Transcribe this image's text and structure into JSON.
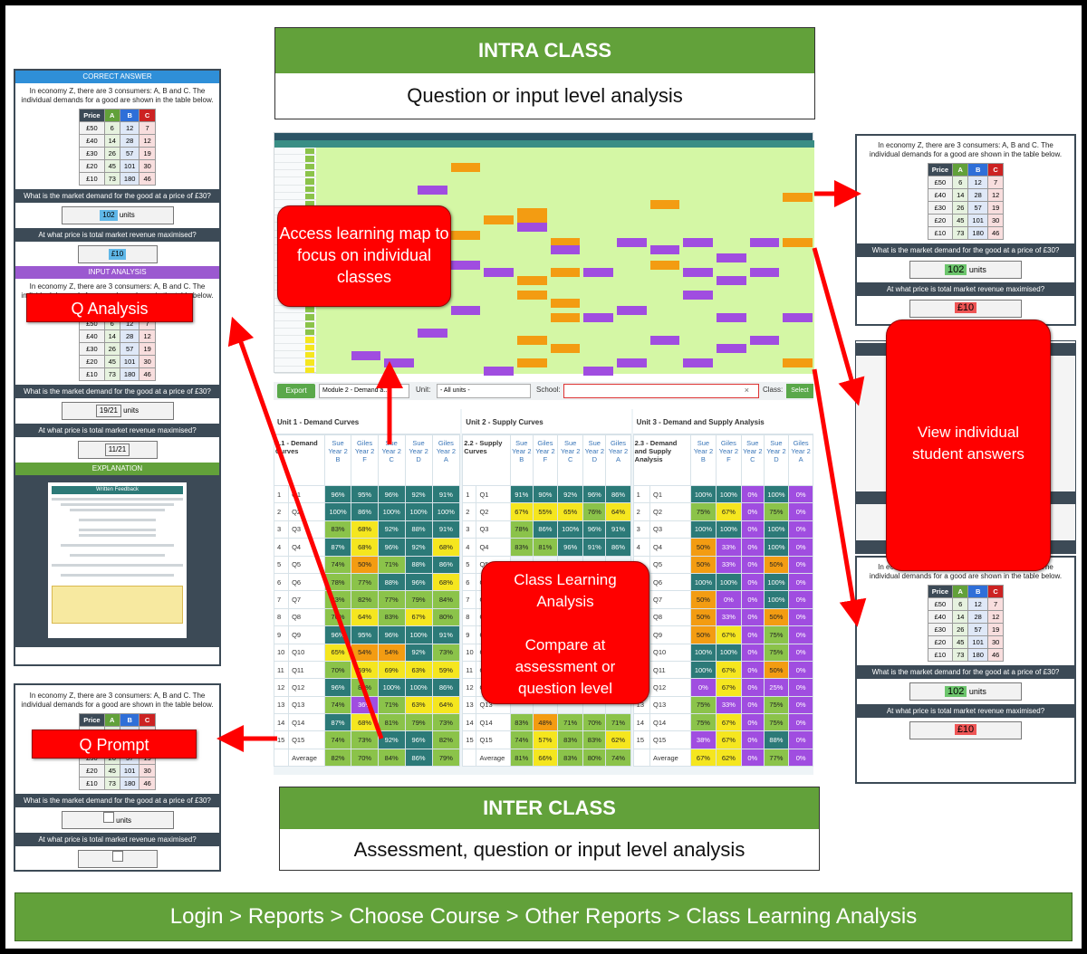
{
  "intra": {
    "title": "INTRA CLASS",
    "subtitle": "Question or input level analysis"
  },
  "inter": {
    "title": "INTER CLASS",
    "subtitle": "Assessment, question or input level analysis"
  },
  "footer": {
    "breadcrumb": "Login > Reports > Choose Course >  Other Reports > Class Learning Analysis"
  },
  "callouts": {
    "access": "Access learning map to focus on individual classes",
    "q_analysis": "Q Analysis",
    "q_prompt": "Q Prompt",
    "class_learning": "Class Learning Analysis",
    "compare": "Compare at assessment or question level",
    "view_answers": "View individual student answers"
  },
  "colors": {
    "green": "#62a13a",
    "red": "#ff0000",
    "dark": "#3c4a56",
    "blue_bar": "#2f8fd8",
    "purple_bar": "#9b59d0",
    "teal": "#2c7a78",
    "lime": "#8bc34a",
    "yellow": "#f5e61f",
    "orange": "#f39c12",
    "violet": "#a04de0"
  },
  "question": {
    "prompt": "In economy Z, there are 3 consumers: A, B and C. The individual demands for a good are shown in the table below.",
    "headers": [
      "Price",
      "A",
      "B",
      "C"
    ],
    "rows": [
      [
        "£50",
        "6",
        "12",
        "7"
      ],
      [
        "£40",
        "14",
        "28",
        "12"
      ],
      [
        "£30",
        "26",
        "57",
        "19"
      ],
      [
        "£20",
        "45",
        "101",
        "30"
      ],
      [
        "£10",
        "73",
        "180",
        "46"
      ]
    ],
    "q1": "What is the market demand for the good at a price of £30?",
    "q2": "At what price is total market revenue maximised?",
    "units": "units",
    "answer1": "102",
    "answer2": "£10"
  },
  "left_panel": {
    "correct_label": "CORRECT ANSWER",
    "input_label": "INPUT ANALYSIS",
    "explanation_label": "EXPLANATION",
    "input_a1": "19/21",
    "input_a2": "11/21",
    "written_feedback": "Written Feedback"
  },
  "toolbar": {
    "export": "Export",
    "module": "Module 2 - Demand a...",
    "unit_label": "Unit:",
    "unit_value": "- All units -",
    "school_label": "School:",
    "class_label": "Class:",
    "select": "Select"
  },
  "units": [
    {
      "title": "Unit 1 - Demand Curves",
      "sub": "2.1 - Demand Curves",
      "cols": [
        "Sue Year 2 B",
        "Giles Year 2 F",
        "Sue Year 2 C",
        "Sue Year 2 D",
        "Giles Year 2 A"
      ],
      "rows": [
        [
          "1",
          "Q1",
          [
            "96%",
            "95%",
            "96%",
            "92%",
            "91%"
          ]
        ],
        [
          "2",
          "Q2",
          [
            "100%",
            "86%",
            "100%",
            "100%",
            "100%"
          ]
        ],
        [
          "3",
          "Q3",
          [
            "83%",
            "68%",
            "92%",
            "88%",
            "91%"
          ]
        ],
        [
          "4",
          "Q4",
          [
            "87%",
            "68%",
            "96%",
            "92%",
            "68%"
          ]
        ],
        [
          "5",
          "Q5",
          [
            "74%",
            "50%",
            "71%",
            "88%",
            "86%"
          ]
        ],
        [
          "6",
          "Q6",
          [
            "78%",
            "77%",
            "88%",
            "96%",
            "68%"
          ]
        ],
        [
          "7",
          "Q7",
          [
            "83%",
            "82%",
            "77%",
            "79%",
            "84%"
          ]
        ],
        [
          "8",
          "Q8",
          [
            "70%",
            "64%",
            "83%",
            "67%",
            "80%"
          ]
        ],
        [
          "9",
          "Q9",
          [
            "96%",
            "95%",
            "96%",
            "100%",
            "91%"
          ]
        ],
        [
          "10",
          "Q10",
          [
            "65%",
            "54%",
            "54%",
            "92%",
            "73%"
          ]
        ],
        [
          "11",
          "Q11",
          [
            "70%",
            "59%",
            "69%",
            "63%",
            "59%"
          ]
        ],
        [
          "12",
          "Q12",
          [
            "96%",
            "82%",
            "100%",
            "100%",
            "86%"
          ]
        ],
        [
          "13",
          "Q13",
          [
            "74%",
            "36%",
            "71%",
            "63%",
            "64%"
          ]
        ],
        [
          "14",
          "Q14",
          [
            "87%",
            "68%",
            "81%",
            "79%",
            "73%"
          ]
        ],
        [
          "15",
          "Q15",
          [
            "74%",
            "73%",
            "92%",
            "96%",
            "82%"
          ]
        ],
        [
          "",
          "Average",
          [
            "82%",
            "70%",
            "84%",
            "86%",
            "79%"
          ]
        ]
      ]
    },
    {
      "title": "Unit 2 - Supply Curves",
      "sub": "2.2 - Supply Curves",
      "cols": [
        "Sue Year 2 B",
        "Giles Year 2 F",
        "Sue Year 2 C",
        "Sue Year 2 D",
        "Giles Year 2 A"
      ],
      "rows": [
        [
          "1",
          "Q1",
          [
            "91%",
            "90%",
            "92%",
            "96%",
            "86%"
          ]
        ],
        [
          "2",
          "Q2",
          [
            "67%",
            "55%",
            "65%",
            "76%",
            "64%"
          ]
        ],
        [
          "3",
          "Q3",
          [
            "78%",
            "86%",
            "100%",
            "96%",
            "91%"
          ]
        ],
        [
          "4",
          "Q4",
          [
            "83%",
            "81%",
            "96%",
            "91%",
            "86%"
          ]
        ],
        [
          "5",
          "Q5",
          [
            "",
            "",
            "",
            "",
            ""
          ]
        ],
        [
          "6",
          "Q6",
          [
            "",
            "",
            "",
            "",
            ""
          ]
        ],
        [
          "7",
          "Q7",
          [
            "",
            "",
            "",
            "",
            ""
          ]
        ],
        [
          "8",
          "Q8",
          [
            "",
            "",
            "",
            "",
            ""
          ]
        ],
        [
          "9",
          "Q9",
          [
            "",
            "",
            "",
            "",
            ""
          ]
        ],
        [
          "10",
          "Q10",
          [
            "",
            "",
            "",
            "",
            ""
          ]
        ],
        [
          "11",
          "Q11",
          [
            "",
            "",
            "",
            "",
            ""
          ]
        ],
        [
          "12",
          "Q12",
          [
            "",
            "",
            "",
            "",
            ""
          ]
        ],
        [
          "13",
          "Q13",
          [
            "",
            "",
            "",
            "",
            ""
          ]
        ],
        [
          "14",
          "Q14",
          [
            "83%",
            "48%",
            "71%",
            "70%",
            "71%"
          ]
        ],
        [
          "15",
          "Q15",
          [
            "74%",
            "57%",
            "83%",
            "83%",
            "62%"
          ]
        ],
        [
          "",
          "Average",
          [
            "81%",
            "66%",
            "83%",
            "80%",
            "74%"
          ]
        ]
      ]
    },
    {
      "title": "Unit 3 - Demand and Supply Analysis",
      "sub": "2.3 - Demand and Supply Analysis",
      "cols": [
        "Sue Year 2 B",
        "Giles Year 2 F",
        "Sue Year 2 C",
        "Sue Year 2 D",
        "Giles Year 2 A"
      ],
      "rows": [
        [
          "1",
          "Q1",
          [
            "100%",
            "100%",
            "0%",
            "100%",
            "0%"
          ]
        ],
        [
          "2",
          "Q2",
          [
            "75%",
            "67%",
            "0%",
            "75%",
            "0%"
          ]
        ],
        [
          "3",
          "Q3",
          [
            "100%",
            "100%",
            "0%",
            "100%",
            "0%"
          ]
        ],
        [
          "4",
          "Q4",
          [
            "50%",
            "33%",
            "0%",
            "100%",
            "0%"
          ]
        ],
        [
          "5",
          "Q5",
          [
            "50%",
            "33%",
            "0%",
            "50%",
            "0%"
          ]
        ],
        [
          "6",
          "Q6",
          [
            "100%",
            "100%",
            "0%",
            "100%",
            "0%"
          ]
        ],
        [
          "7",
          "Q7",
          [
            "50%",
            "0%",
            "0%",
            "100%",
            "0%"
          ]
        ],
        [
          "8",
          "Q8",
          [
            "50%",
            "33%",
            "0%",
            "50%",
            "0%"
          ]
        ],
        [
          "9",
          "Q9",
          [
            "50%",
            "67%",
            "0%",
            "75%",
            "0%"
          ]
        ],
        [
          "10",
          "Q10",
          [
            "100%",
            "100%",
            "0%",
            "75%",
            "0%"
          ]
        ],
        [
          "11",
          "Q11",
          [
            "100%",
            "67%",
            "0%",
            "50%",
            "0%"
          ]
        ],
        [
          "12",
          "Q12",
          [
            "0%",
            "67%",
            "0%",
            "25%",
            "0%"
          ]
        ],
        [
          "13",
          "Q13",
          [
            "75%",
            "33%",
            "0%",
            "75%",
            "0%"
          ]
        ],
        [
          "14",
          "Q14",
          [
            "75%",
            "67%",
            "0%",
            "75%",
            "0%"
          ]
        ],
        [
          "15",
          "Q15",
          [
            "38%",
            "67%",
            "0%",
            "88%",
            "0%"
          ]
        ],
        [
          "",
          "Average",
          [
            "67%",
            "62%",
            "0%",
            "77%",
            "0%"
          ]
        ]
      ]
    }
  ]
}
